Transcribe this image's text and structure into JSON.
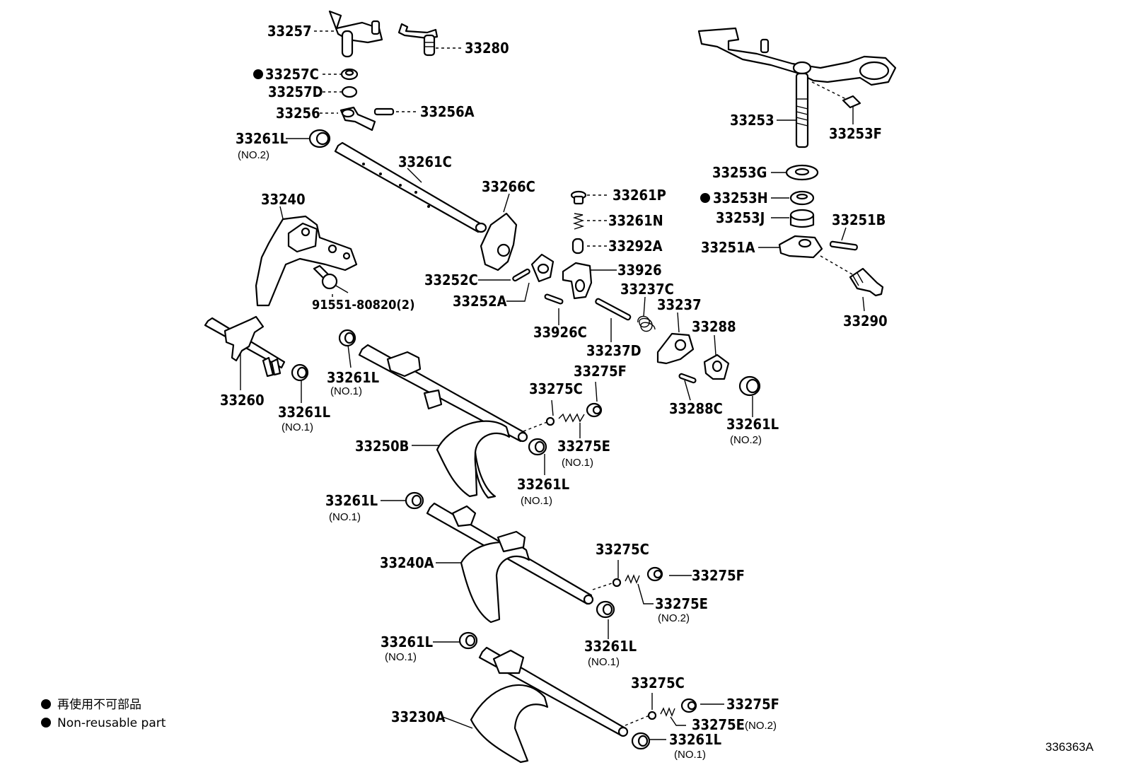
{
  "labels": {
    "p33257": "33257",
    "p33280": "33280",
    "p33257c": "33257C",
    "p33257d": "33257D",
    "p33256": "33256",
    "p33256a": "33256A",
    "p33261l_top": "33261L",
    "s33261l_top": "(NO.2)",
    "p33261c": "33261C",
    "p33240": "33240",
    "p33266c": "33266C",
    "p33261p": "33261P",
    "p33261n": "33261N",
    "p33292a": "33292A",
    "p33252c": "33252C",
    "p33252a": "33252A",
    "p33926": "33926",
    "p33237c": "33237C",
    "p33237": "33237",
    "p91551": "91551-80820(2)",
    "p33926c": "33926C",
    "p33237d": "33237D",
    "p33288": "33288",
    "p33253": "33253",
    "p33253f": "33253F",
    "p33253g": "33253G",
    "p33253h": "33253H",
    "p33253j": "33253J",
    "p33251b": "33251B",
    "p33251a": "33251A",
    "p33290": "33290",
    "p33260": "33260",
    "p33261l_a": "33261L",
    "s33261l_a": "(NO.1)",
    "p33261l_b": "33261L",
    "s33261l_b": "(NO.1)",
    "p33275f_a": "33275F",
    "p33275c_a": "33275C",
    "p33288c": "33288C",
    "p33261l_c": "33261L",
    "s33261l_c": "(NO.2)",
    "p33250b": "33250B",
    "p33275e_a": "33275E",
    "s33275e_a": "(NO.1)",
    "p33261l_d": "33261L",
    "s33261l_d": "(NO.1)",
    "p33261l_e": "33261L",
    "s33261l_e": "(NO.1)",
    "p33275c_b": "33275C",
    "p33240a": "33240A",
    "p33275f_b": "33275F",
    "p33275e_b": "33275E",
    "s33275e_b": "(NO.2)",
    "p33261l_f": "33261L",
    "s33261l_f": "(NO.1)",
    "p33261l_g": "33261L",
    "s33261l_g": "(NO.1)",
    "p33275c_c": "33275C",
    "p33275f_c": "33275F",
    "p33230a": "33230A",
    "p33275e_c": "33275E",
    "s33275e_c": "(NO.2)",
    "p33261l_h": "33261L",
    "s33261l_h": "(NO.1)"
  },
  "legend": {
    "line_jp": "再使用不可部品",
    "line_en": "Non-reusable part"
  },
  "figure_code": "336363A"
}
